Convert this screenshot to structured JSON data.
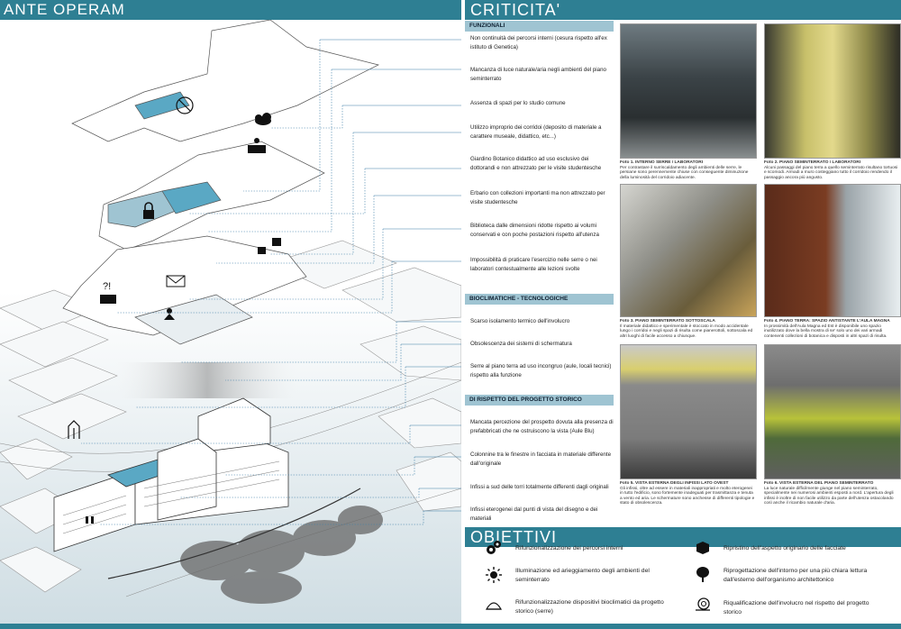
{
  "headers": {
    "ante_operam": "ANTE OPERAM",
    "criticita": "CRITICITA'",
    "obiettivi": "OBIETTIVI"
  },
  "criticita": {
    "funzionali": {
      "label": "FUNZIONALI",
      "items": [
        "Non continuità dei percorsi interni (cesura rispetto all'ex istituto di Genetica)",
        "Mancanza di luce naturale/aria negli ambienti del piano seminterrato",
        "Assenza di spazi per lo studio comune",
        "Utilizzo improprio dei corridoi (deposito di materiale a carattere museale, didattico, etc...)",
        "Giardino Botanico didattico ad uso esclusivo dei dottorandi e non attrezzato per le visite studentesche",
        "Erbario con collezioni importanti ma non attrezzato per visite studentesche",
        "Biblioteca dalle dimensioni ridotte rispetto ai volumi conservati e con poche postazioni rispetto all'utenza",
        "Impossibilità di praticare l'esercizio nelle serre o nei laboratori contestualmente alle lezioni svolte"
      ]
    },
    "bioclimatiche": {
      "label": "BIOCLIMATICHE - TECNOLOGICHE",
      "items": [
        "Scarso isolamento termico dell'involucro",
        "Obsolescenza dei sistemi di schermatura",
        "Serre al piano terra ad uso incongruo (aule, locali tecnici) rispetto alla funzione"
      ]
    },
    "storico": {
      "label": "DI RISPETTO DEL PROGETTO STORICO",
      "items": [
        "Mancata percezione del prospetto dovuta alla presenza di prefabbricati che ne ostruiscono la vista (Aule Blu)",
        "Colonnine tra le finestre in facciata in materiale differente dall'originale",
        "Infissi a sud delle torri totalmente differenti dagli originali",
        "Infissi eterogenei dal punti di vista del disegno e dei materiali"
      ]
    }
  },
  "photos": [
    {
      "caption": "Foto 1. INTERNO SERRE / LABORATORI",
      "text": "Per contrastare il surriscaldamento degli ambienti delle serre, le persiane sono perennemente chiuse con conseguente diminuzione della luminosità del corridoio adiacente."
    },
    {
      "caption": "Foto 2. PIANO SEMINTERRATO / LABORATORI",
      "text": "Alcuni passaggi del piano terra a quello seminterrato risultano tortuosi e scomodi. Armadi a muro costeggiano tutto il corridoio rendendo il passaggio ancora più angusto."
    },
    {
      "caption": "Foto 3. PIANO SEMINTERRATO SOTTOSCALA",
      "text": "Il materiale didattico e sperimentale è stoccato in modo accidentale lungo i corridoi e negli spazi di risulta come pianerottoli, sottoscala ed altri luoghi di facile accesso a chiunque."
    },
    {
      "caption": "Foto 4. PIANO TERRA: SPAZIO ANTISTANTE L'AULA MAGNA",
      "text": "In prossimità dell'Aula Magna ed Est è disponibile uno spazio inutilizzato dove la bella mostra di se' solo uno dei vari armadi contenenti collezioni di botanica e disposti in altri spazi di risulta."
    },
    {
      "caption": "Foto 5. VISTA ESTERNA DEGLI INFISSI LATO OVEST",
      "text": "Gli infissi, oltre ad essere in materiali inappropriati e molto eterogenei in tutto l'edificio, sono fortemente inadeguati per trasmittanza e tenuta a vento ed aria. Le schermature sono anchesse di differenti tipologie e stato di obsolescenza."
    },
    {
      "caption": "Foto 6. VISTA ESTERNA DEL PIANO SEMINTERRATO",
      "text": "La luce naturale difficilmente giunge nel piano seminterrato, specialmente nei numerosi ambienti esposti a nord. L'apertura degli infissi è inoltre di non facile utilizzo da parte dell'utenza ostacolando così anche il ricambio naturale d'aria."
    }
  ],
  "obiettivi": [
    {
      "icon": "gears-icon",
      "text": "Rifunzionalizzazione dei percorsi interni"
    },
    {
      "icon": "sun-icon",
      "text": "Illuminazione ed arieggiamento degli ambienti del seminterrato"
    },
    {
      "icon": "greenhouse-icon",
      "text": "Rifunzionalizzazione dispositivi bioclimatici da progetto storico (serre)"
    },
    {
      "icon": "box-icon",
      "text": "Ripristino dell'aspetto originario delle facciate"
    },
    {
      "icon": "tree-icon",
      "text": "Riprogettazione dell'intorno per una più chiara lettura dall'esterno dell'organismo architettonico"
    },
    {
      "icon": "snail-icon",
      "text": "Riqualificazione dell'involucro nel rispetto del progetto storico"
    }
  ],
  "colors": {
    "accent": "#2e7f93",
    "category_band": "#9fc4d2",
    "highlight": "#5aa8c4",
    "connector": "#3f7fa8"
  }
}
